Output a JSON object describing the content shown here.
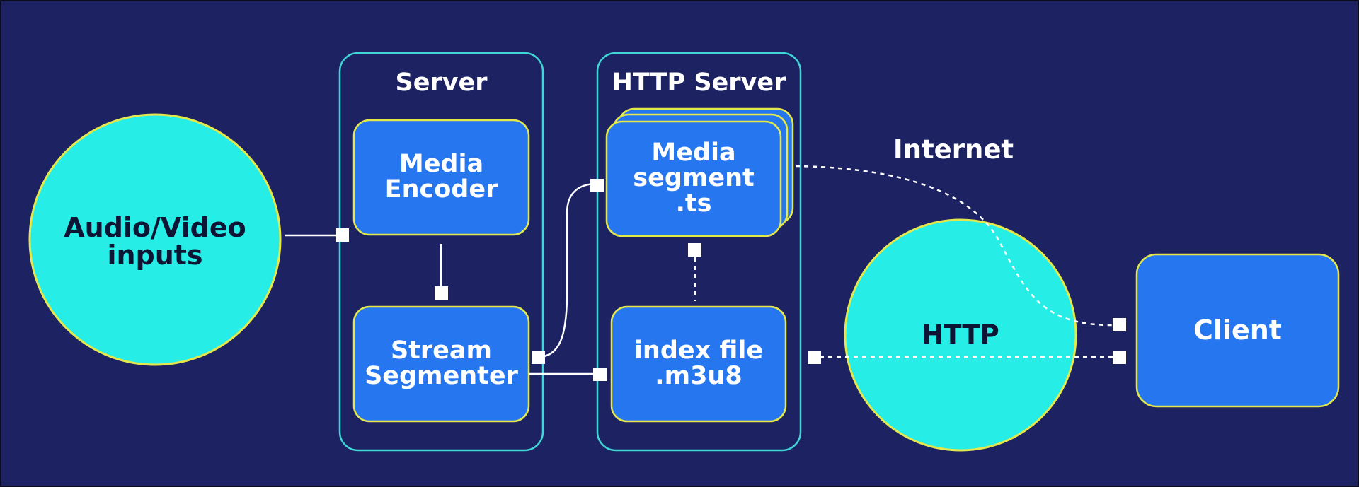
{
  "colors": {
    "background": "#1d2263",
    "container_border": "#3fd6d6",
    "box_fill": "#2676f0",
    "box_border": "#e5e84a",
    "circle_fill": "#26ede6",
    "line": "#ffffff"
  },
  "nodes": {
    "audio_video": "Audio/Video\ninputs",
    "media_encoder": "Media\nEncoder",
    "stream_segmenter": "Stream\nSegmenter",
    "media_segment": "Media\nsegment\n.ts",
    "index_file": "index file\n.m3u8",
    "http": "HTTP",
    "client": "Client"
  },
  "containers": {
    "server": "Server",
    "http_server": "HTTP Server"
  },
  "labels": {
    "internet": "Internet"
  }
}
